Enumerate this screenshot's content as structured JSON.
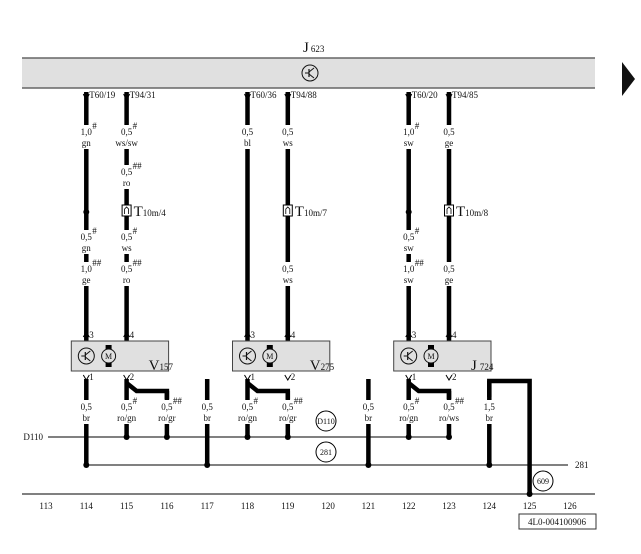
{
  "diagram": {
    "control_unit": {
      "id": "J",
      "sub": "623",
      "icon": "transistor-icon"
    },
    "top_pins": [
      {
        "label": "T60/19",
        "col": 114
      },
      {
        "label": "T94/31",
        "col": 115
      },
      {
        "label": "T60/36",
        "col": 118
      },
      {
        "label": "T94/88",
        "col": 119
      },
      {
        "label": "T60/20",
        "col": 122
      },
      {
        "label": "T94/85",
        "col": 123
      }
    ],
    "wire_labels_upper": [
      {
        "col": 114,
        "size": "1,0",
        "color": "gn",
        "mark": "#",
        "row": 1
      },
      {
        "col": 115,
        "size": "0,5",
        "color": "ws/sw",
        "mark": "#",
        "row": 1
      },
      {
        "col": 115,
        "size": "0,5",
        "color": "ro",
        "mark": "##",
        "row": 2
      },
      {
        "col": 114,
        "size": "0,5",
        "color": "gn",
        "mark": "#",
        "row": 3
      },
      {
        "col": 115,
        "size": "0,5",
        "color": "ws",
        "mark": "#",
        "row": 3
      },
      {
        "col": 114,
        "size": "1,0",
        "color": "ge",
        "mark": "##",
        "row": 4
      },
      {
        "col": 115,
        "size": "0,5",
        "color": "ro",
        "mark": "##",
        "row": 4
      },
      {
        "col": 118,
        "size": "0,5",
        "color": "bl",
        "mark": "",
        "row": 1
      },
      {
        "col": 119,
        "size": "0,5",
        "color": "ws",
        "mark": "",
        "row": 1
      },
      {
        "col": 119,
        "size": "0,5",
        "color": "ws",
        "mark": "",
        "row": 4
      },
      {
        "col": 122,
        "size": "1,0",
        "color": "sw",
        "mark": "#",
        "row": 1
      },
      {
        "col": 123,
        "size": "0,5",
        "color": "ge",
        "mark": "",
        "row": 1
      },
      {
        "col": 122,
        "size": "0,5",
        "color": "sw",
        "mark": "#",
        "row": 3
      },
      {
        "col": 122,
        "size": "1,0",
        "color": "sw",
        "mark": "##",
        "row": 4
      },
      {
        "col": 123,
        "size": "0,5",
        "color": "ge",
        "mark": "",
        "row": 4
      }
    ],
    "connectors": [
      {
        "col": 115,
        "name": "T",
        "sub": "10m/4"
      },
      {
        "col": 119,
        "name": "T",
        "sub": "10m/7"
      },
      {
        "col": 123,
        "name": "T",
        "sub": "10m/8"
      }
    ],
    "components": [
      {
        "id": "V",
        "sub": "157",
        "pins_top": [
          "3",
          "4"
        ],
        "pins_bottom": [
          "1",
          "2"
        ],
        "cols": [
          114,
          115
        ]
      },
      {
        "id": "V",
        "sub": "275",
        "pins_top": [
          "3",
          "4"
        ],
        "pins_bottom": [
          "1",
          "2"
        ],
        "cols": [
          118,
          119
        ]
      },
      {
        "id": "J",
        "sub": "724",
        "pins_top": [
          "3",
          "4"
        ],
        "pins_bottom": [
          "1",
          "2"
        ],
        "cols": [
          122,
          123
        ]
      }
    ],
    "wire_labels_lower": [
      {
        "col": 114,
        "size": "0,5",
        "color": "br",
        "mark": ""
      },
      {
        "col": 115,
        "size": "0,5",
        "color": "ro/gn",
        "mark": "#"
      },
      {
        "col": 116,
        "size": "0,5",
        "color": "ro/gr",
        "mark": "##"
      },
      {
        "col": 117,
        "size": "0,5",
        "color": "br",
        "mark": ""
      },
      {
        "col": 118,
        "size": "0,5",
        "color": "ro/gn",
        "mark": "#"
      },
      {
        "col": 119,
        "size": "0,5",
        "color": "ro/gr",
        "mark": "##"
      },
      {
        "col": 121,
        "size": "0,5",
        "color": "br",
        "mark": ""
      },
      {
        "col": 122,
        "size": "0,5",
        "color": "ro/gn",
        "mark": "#"
      },
      {
        "col": 123,
        "size": "0,5",
        "color": "ro/ws",
        "mark": "##"
      },
      {
        "col": 124,
        "size": "1,5",
        "color": "br",
        "mark": ""
      }
    ],
    "bus_labels": {
      "d110_left": "D110",
      "d110_circle": "D110",
      "c281_circle": "281",
      "c281_right": "281",
      "c609_circle": "609"
    },
    "columns": [
      "113",
      "114",
      "115",
      "116",
      "117",
      "118",
      "119",
      "120",
      "121",
      "122",
      "123",
      "124",
      "125",
      "126"
    ],
    "doc_number": "4L0-004100906",
    "next_page_icon": "next-page-arrow-icon"
  }
}
